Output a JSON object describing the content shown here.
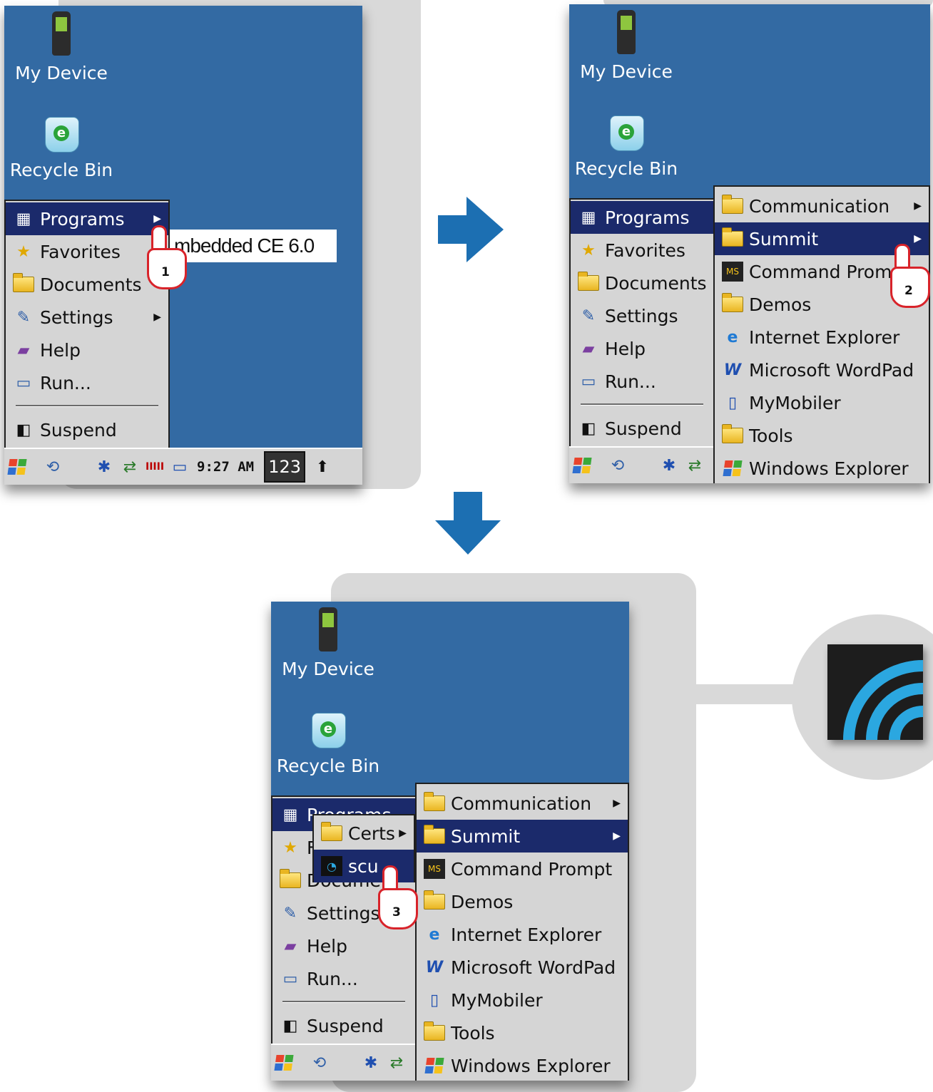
{
  "desktop": {
    "my_device_label": "My Device",
    "recycle_bin_label": "Recycle Bin"
  },
  "start_menu": {
    "items": [
      {
        "label": "Programs",
        "icon": "programs-icon",
        "submenu": true
      },
      {
        "label": "Favorites",
        "icon": "star-icon",
        "submenu": false
      },
      {
        "label": "Documents",
        "icon": "documents-icon",
        "submenu": false
      },
      {
        "label": "Settings",
        "icon": "settings-icon",
        "submenu": true
      },
      {
        "label": "Help",
        "icon": "help-book-icon",
        "submenu": false
      },
      {
        "label": "Run...",
        "icon": "run-icon",
        "submenu": false
      }
    ],
    "suspend_label": "Suspend"
  },
  "programs_menu": {
    "items": [
      {
        "label": "Communication",
        "icon": "folder-icon",
        "submenu": true
      },
      {
        "label": "Summit",
        "icon": "folder-icon",
        "submenu": true
      },
      {
        "label": "Command Prompt",
        "icon": "command-prompt-icon",
        "submenu": false
      },
      {
        "label": "Demos",
        "icon": "demos-icon",
        "submenu": false
      },
      {
        "label": "Internet Explorer",
        "icon": "internet-explorer-icon",
        "submenu": false
      },
      {
        "label": "Microsoft WordPad",
        "icon": "wordpad-icon",
        "submenu": false
      },
      {
        "label": "MyMobiler",
        "icon": "mymobiler-icon",
        "submenu": false
      },
      {
        "label": "Tools",
        "icon": "tools-icon",
        "submenu": false
      },
      {
        "label": "Windows Explorer",
        "icon": "windows-explorer-icon",
        "submenu": false
      }
    ],
    "truncated_command": "Command Prompt"
  },
  "summit_menu": {
    "items": [
      {
        "label": "Certs",
        "icon": "folder-icon",
        "submenu": true
      },
      {
        "label": "scu",
        "icon": "wifi-icon",
        "submenu": false
      }
    ]
  },
  "taskbar": {
    "time": "9:27 AM",
    "input_mode": "123",
    "signal": "IIIII"
  },
  "os_label": "mbedded CE 6.0",
  "steps": [
    "1",
    "2",
    "3"
  ],
  "partial_labels": {
    "programs": "Programs",
    "documents": "Documen",
    "settings": "Settings",
    "favorites": "F"
  },
  "colors": {
    "desktop": "#336aa3",
    "menu": "#d5d5d5",
    "selection": "#1b2a6b",
    "arrow": "#1c6fb2",
    "pointer": "#d8232a",
    "wifi": "#2ba7e0"
  }
}
